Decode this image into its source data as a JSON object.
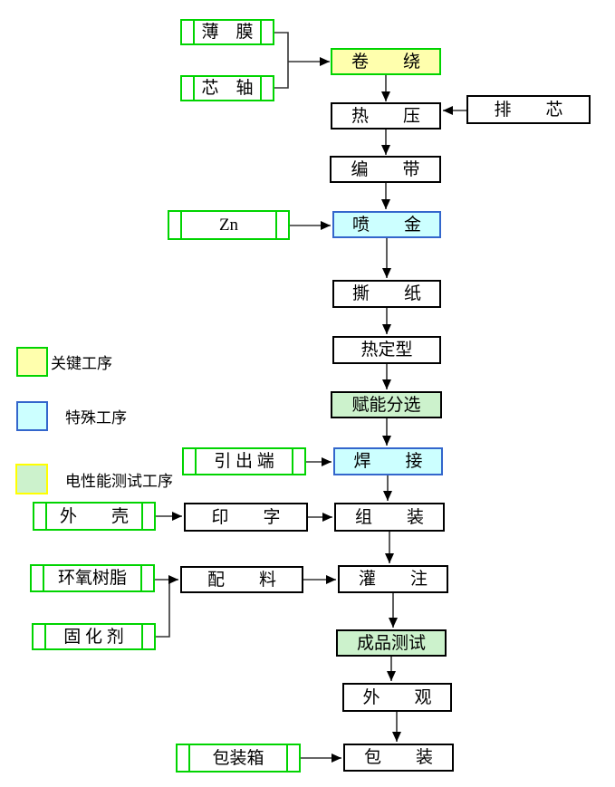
{
  "nodes": {
    "film": "薄　膜",
    "mandrel": "芯　轴",
    "winding": "卷　　绕",
    "hot_pressing": "热　　压",
    "core_arranging": "排　　芯",
    "taping": "编　　带",
    "zn": "Zn",
    "metal_spraying": "喷　　金",
    "paper_tearing": "撕　　纸",
    "heat_setting": "热定型",
    "energizing_sorting": "赋能分选",
    "lead_terminal": "引 出 端",
    "welding": "焊　　接",
    "casing": "外　　壳",
    "printing": "印　　字",
    "assembly": "组　　装",
    "epoxy_resin": "环氧树脂",
    "batching": "配　　料",
    "curing_agent": "固 化 剂",
    "potting": "灌　　注",
    "final_test": "成品测试",
    "appearance": "外　　观",
    "packing_box": "包装箱",
    "packaging": "包　　装"
  },
  "legend": {
    "key": "关键工序",
    "special": "特殊工序",
    "test": "电性能测试工序"
  },
  "palette": {
    "border_green": "#00d400",
    "border_blue": "#3366cc",
    "border_yellow": "#ffff00",
    "fill_yellow": "#ffffad",
    "fill_cyan": "#ccffff",
    "fill_green": "#ccf2cc",
    "arrow": "#333333"
  }
}
